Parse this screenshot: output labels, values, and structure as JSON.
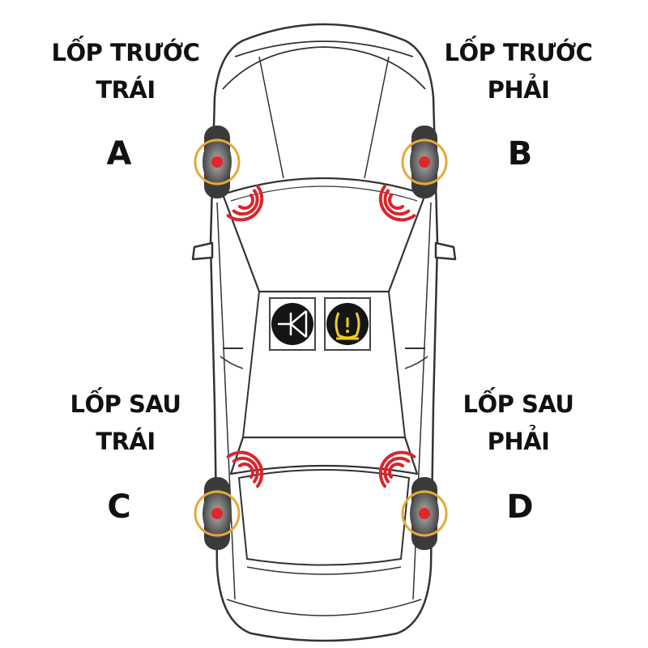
{
  "wheels": [
    {
      "id": "front-left",
      "line1": "LỐP TRƯỚC",
      "line2": "TRÁI",
      "letter": "A"
    },
    {
      "id": "front-right",
      "line1": "LỐP TRƯỚC",
      "line2": "PHẢI",
      "letter": "B"
    },
    {
      "id": "rear-left",
      "line1": "LỐP SAU",
      "line2": "TRÁI",
      "letter": "C"
    },
    {
      "id": "rear-right",
      "line1": "LỐP SAU",
      "line2": "PHẢI",
      "letter": "D"
    }
  ],
  "icons": [
    "tpms-antenna-icon",
    "tpms-warning-icon"
  ],
  "colors": {
    "outline": "#333333",
    "tire": "#3a3a3a",
    "highlight_ring": "#e6a83a",
    "sensor": "#e3262b",
    "signal": "#d8262b",
    "warning_icon": "#f0d020",
    "icon_bg": "#151515"
  }
}
